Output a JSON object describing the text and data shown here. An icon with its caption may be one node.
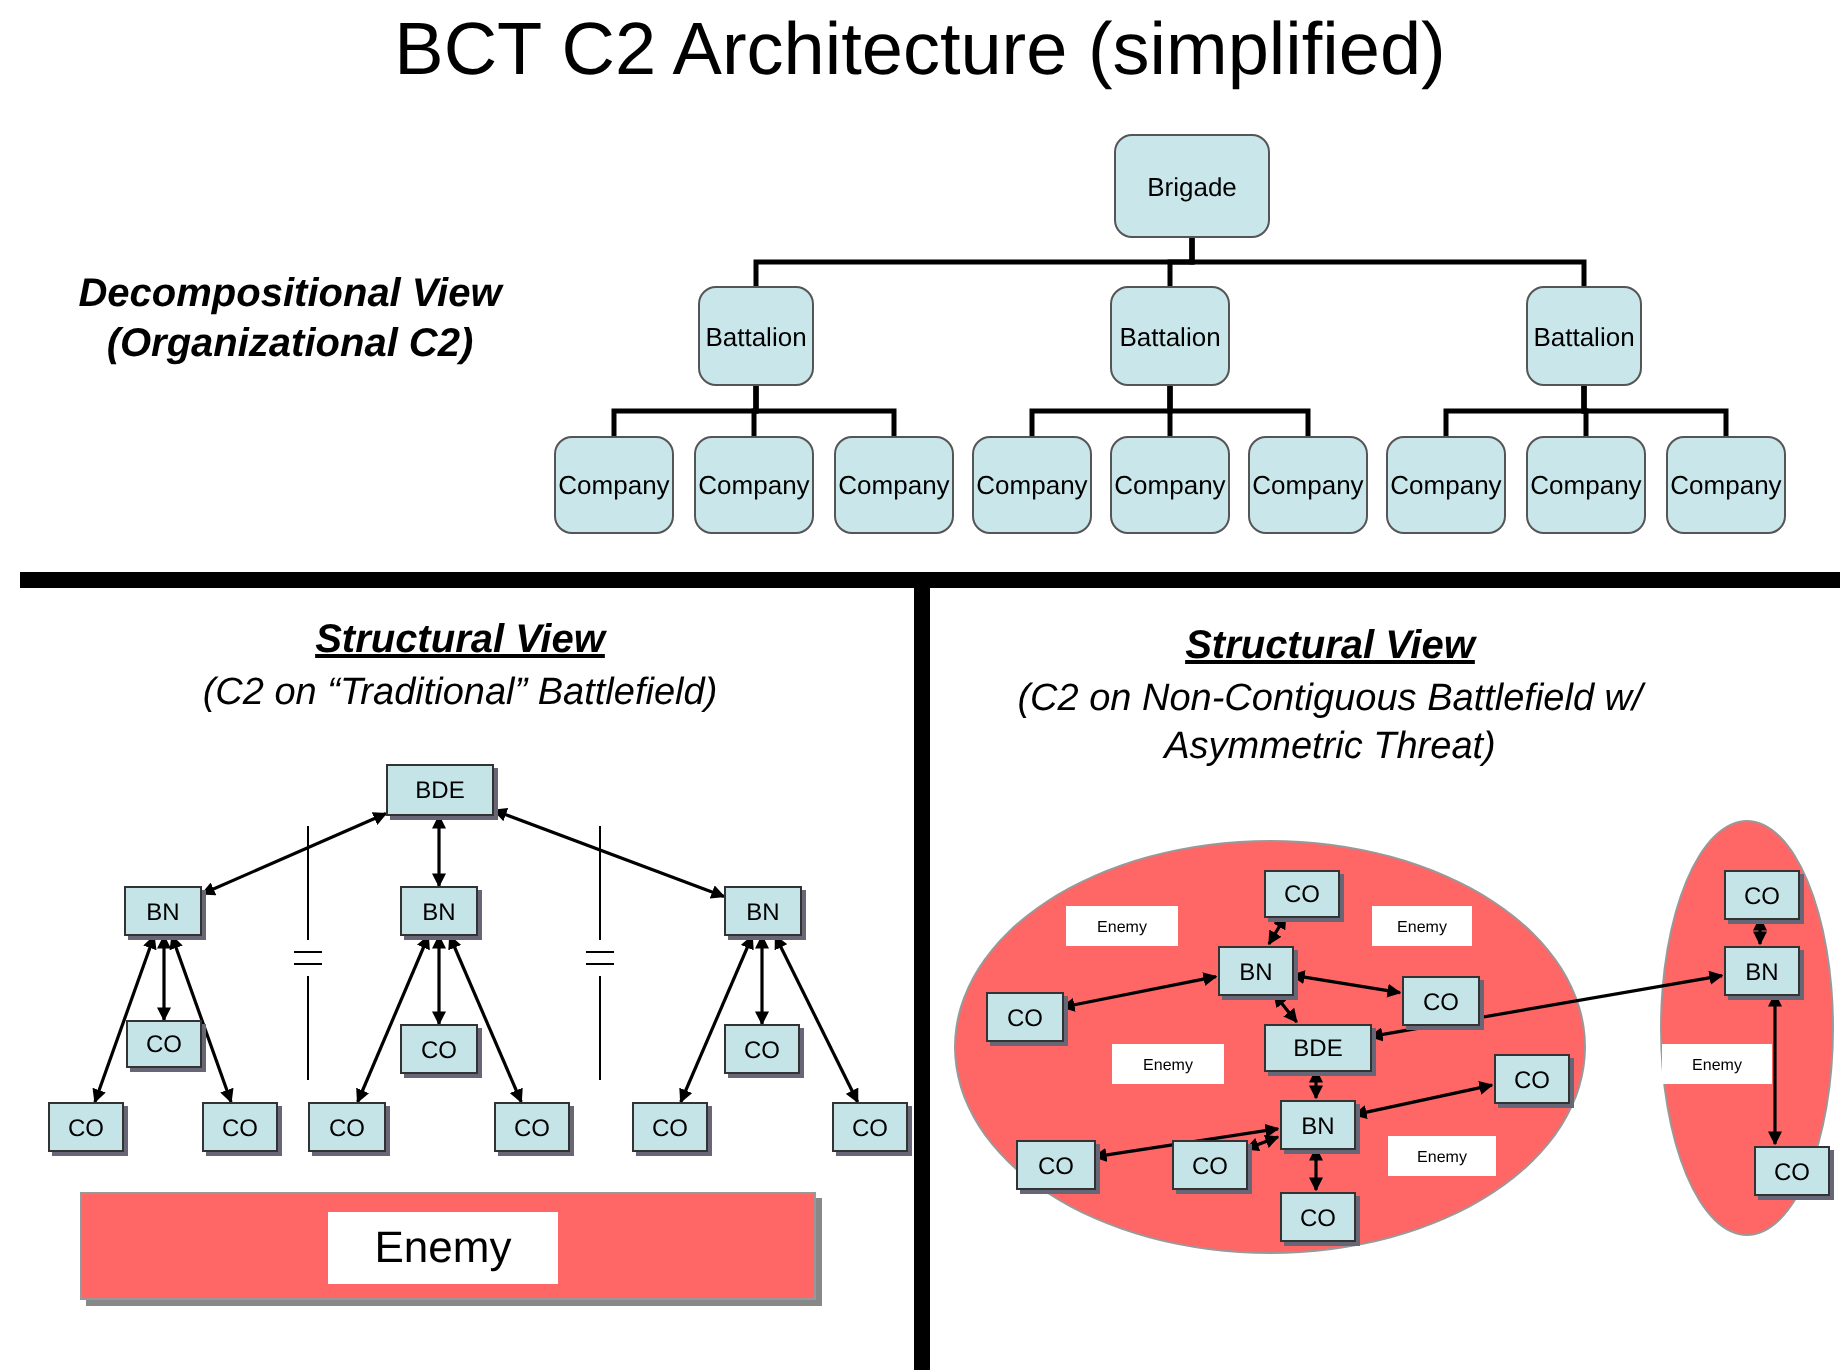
{
  "diagram": {
    "title": "BCT C2 Architecture (simplified)",
    "nodes": [
      {
        "text": [
          "Brigade"
        ]
      },
      {
        "text": [
          "Battalion"
        ]
      },
      {
        "text": [
          "Battalion"
        ]
      },
      {
        "text": [
          "Battalion"
        ]
      },
      {
        "text": [
          "Company"
        ]
      },
      {
        "text": [
          "Company"
        ]
      },
      {
        "text": [
          "Company"
        ]
      },
      {
        "text": [
          "Company"
        ]
      },
      {
        "text": [
          "Company"
        ]
      },
      {
        "text": [
          "Company"
        ]
      },
      {
        "text": [
          "Company"
        ]
      },
      {
        "text": [
          "Company"
        ]
      },
      {
        "text": [
          "Company"
        ]
      },
      {
        "text": [
          "BDE"
        ]
      },
      {
        "text": [
          "BN"
        ]
      },
      {
        "text": [
          "BN"
        ]
      },
      {
        "text": [
          "BN"
        ]
      },
      {
        "text": [
          "CO"
        ]
      },
      {
        "text": [
          "CO"
        ]
      },
      {
        "text": [
          "CO"
        ]
      },
      {
        "text": [
          "CO"
        ]
      },
      {
        "text": [
          "CO"
        ]
      },
      {
        "text": [
          "CO"
        ]
      },
      {
        "text": [
          "CO"
        ]
      },
      {
        "text": [
          "CO"
        ]
      },
      {
        "text": [
          "CO"
        ]
      },
      {
        "text": [],
        "shape": "bar"
      },
      {
        "text": [
          "Enemy"
        ],
        "in": 26
      },
      {
        "text": [],
        "shape": "ellipse"
      },
      {
        "text": [
          "CO"
        ],
        "in": 28
      },
      {
        "text": [
          "Enemy"
        ],
        "in": 28
      },
      {
        "text": [
          "Enemy"
        ],
        "in": 28
      },
      {
        "text": [
          "BN"
        ],
        "in": 28
      },
      {
        "text": [
          "CO"
        ],
        "in": 28
      },
      {
        "text": [
          "CO"
        ],
        "in": 28
      },
      {
        "text": [
          "BDE"
        ],
        "in": 28
      },
      {
        "text": [
          "Enemy"
        ],
        "in": 28
      },
      {
        "text": [
          "CO"
        ],
        "in": 28
      },
      {
        "text": [
          "BN"
        ],
        "in": 28
      },
      {
        "text": [
          "Enemy"
        ],
        "in": 28
      },
      {
        "text": [
          "CO"
        ],
        "in": 28
      },
      {
        "text": [
          "CO"
        ],
        "in": 28
      },
      {
        "text": [
          "CO"
        ],
        "in": 28
      },
      {
        "text": [],
        "shape": "ellipse"
      },
      {
        "text": [
          "CO"
        ],
        "in": 43
      },
      {
        "text": [
          "BN"
        ],
        "in": 43
      },
      {
        "text": [
          "Enemy"
        ],
        "in": 43
      },
      {
        "text": [
          "CO"
        ],
        "in": 43
      }
    ],
    "edges": [
      {
        "from": 0,
        "to": 1,
        "arrow": "none"
      },
      {
        "from": 0,
        "to": 2,
        "arrow": "none"
      },
      {
        "from": 0,
        "to": 3,
        "arrow": "none"
      },
      {
        "from": 1,
        "to": 4,
        "arrow": "none"
      },
      {
        "from": 1,
        "to": 5,
        "arrow": "none"
      },
      {
        "from": 1,
        "to": 6,
        "arrow": "none"
      },
      {
        "from": 2,
        "to": 7,
        "arrow": "none"
      },
      {
        "from": 2,
        "to": 8,
        "arrow": "none"
      },
      {
        "from": 2,
        "to": 9,
        "arrow": "none"
      },
      {
        "from": 3,
        "to": 10,
        "arrow": "none"
      },
      {
        "from": 3,
        "to": 11,
        "arrow": "none"
      },
      {
        "from": 3,
        "to": 12,
        "arrow": "none"
      },
      {
        "from": 13,
        "to": 14,
        "arrow": "both"
      },
      {
        "from": 13,
        "to": 15,
        "arrow": "both"
      },
      {
        "from": 13,
        "to": 16,
        "arrow": "both"
      },
      {
        "from": 14,
        "to": 20,
        "arrow": "both"
      },
      {
        "from": 14,
        "to": 17,
        "arrow": "both"
      },
      {
        "from": 14,
        "to": 21,
        "arrow": "both"
      },
      {
        "from": 15,
        "to": 22,
        "arrow": "both"
      },
      {
        "from": 15,
        "to": 18,
        "arrow": "both"
      },
      {
        "from": 15,
        "to": 23,
        "arrow": "both"
      },
      {
        "from": 16,
        "to": 24,
        "arrow": "both"
      },
      {
        "from": 16,
        "to": 19,
        "arrow": "both"
      },
      {
        "from": 16,
        "to": 25,
        "arrow": "both"
      },
      {
        "from": 32,
        "to": 29,
        "arrow": "both"
      },
      {
        "from": 32,
        "to": 34,
        "arrow": "both"
      },
      {
        "from": 32,
        "to": 33,
        "arrow": "both"
      },
      {
        "from": 32,
        "to": 35,
        "arrow": "both"
      },
      {
        "from": 35,
        "to": 38,
        "arrow": "both"
      },
      {
        "from": 38,
        "to": 37,
        "arrow": "both"
      },
      {
        "from": 38,
        "to": 40,
        "arrow": "both"
      },
      {
        "from": 38,
        "to": 41,
        "arrow": "both"
      },
      {
        "from": 38,
        "to": 42,
        "arrow": "both"
      },
      {
        "from": 35,
        "to": 45,
        "arrow": "both"
      },
      {
        "from": 45,
        "to": 44,
        "arrow": "both"
      },
      {
        "from": 45,
        "to": 47,
        "arrow": "both"
      }
    ],
    "labels": [
      "Decompositional View",
      "(Organizational C2)",
      "Structural View",
      "(C2 on “Traditional” Battlefield)",
      "Structural View",
      "(C2 on Non-Contiguous Battlefield w/ Asymmetric Threat)"
    ]
  }
}
